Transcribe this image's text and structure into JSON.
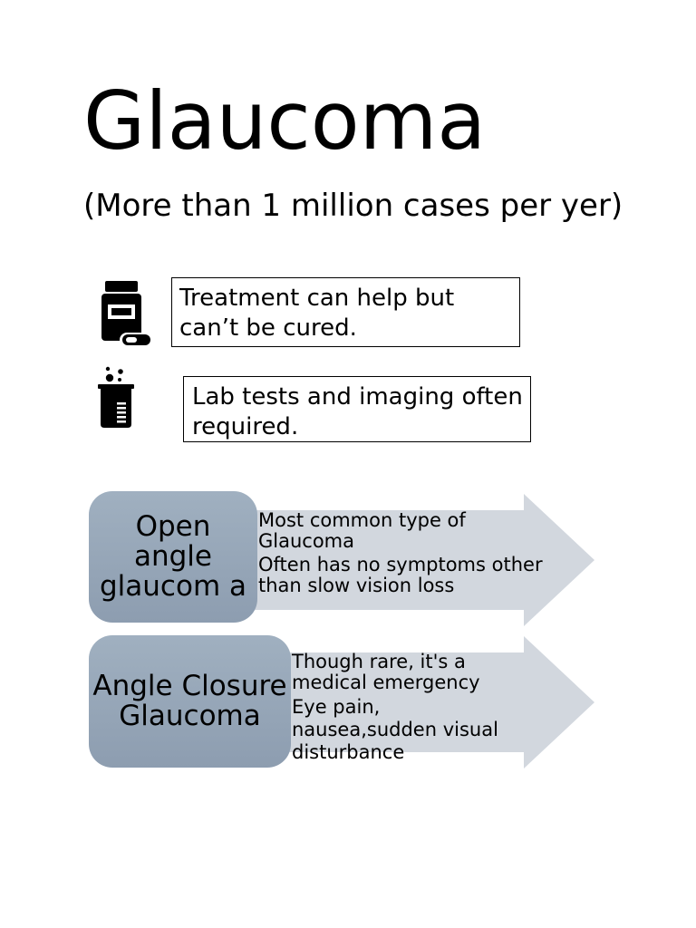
{
  "header": {
    "title": "Glaucoma",
    "subtitle": "(More than 1 million cases per yer)"
  },
  "facts": [
    {
      "icon": "medicine-bottle-icon",
      "text": "Treatment can help but can’t be cured."
    },
    {
      "icon": "lab-beaker-icon",
      "text": "Lab tests and imaging often required."
    }
  ],
  "types": [
    {
      "name": "Open angle glaucom a",
      "points": [
        "Most common type of Glaucoma",
        "Often has no symptoms other than slow vision loss"
      ]
    },
    {
      "name": "Angle Closure Glaucoma",
      "points": [
        "Though rare, it's a medical emergency",
        "Eye pain, nausea,sudden visual disturbance"
      ]
    }
  ],
  "colors": {
    "type_box": "#97a7b9",
    "arrow": "#d2d7de",
    "icon": "#000000"
  }
}
